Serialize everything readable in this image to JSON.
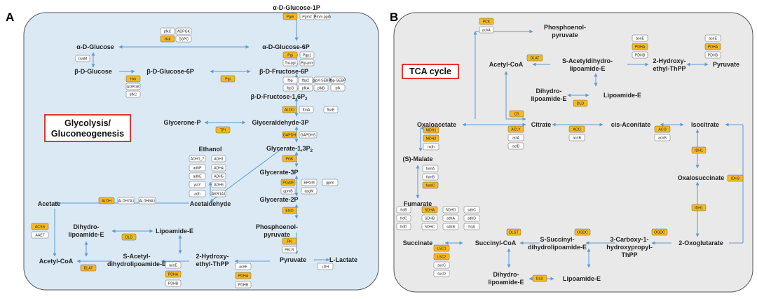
{
  "panels": {
    "a": {
      "letter": "A",
      "title_line1": "Glycolysis/",
      "title_line2": "Gluconeogenesis",
      "metabolites": {
        "glucose_1p": "α-D-Glucose-1P",
        "a_glucose": "α-D-Glucose",
        "glucose_6p_a": "α-D-Glucose-6P",
        "b_glucose": "β-D-Glucose",
        "b_glucose_6p": "β-D-Glucose-6P",
        "fructose_6p": "β-D-Fructose-6P",
        "fructose_16p2": "β-D-Fructose-1,6P",
        "glycerone_p": "Glycerone-P",
        "glyceraldehyde_3p": "Glyceraldehyde-3P",
        "ethanol": "Ethanol",
        "glycerate_13p2": "Glycerate-1,3P",
        "glycerate_3p": "Glycerate-3P",
        "acetate": "Acetate",
        "acetaldehyde": "Acetaldehyde",
        "glycerate_2p": "Glycerate-2P",
        "dihydro_1": "Dihydro-",
        "dihydro_2": "lipoamide-E",
        "lipoamide_e": "Lipoamide-E",
        "pep_1": "Phosphoenol-",
        "pep_2": "pyruvate",
        "s_acetyl_1": "S-Acetyl-",
        "s_acetyl_2": "dihydrolipoamide-E",
        "hydroxy_1": "2-Hydroxy-",
        "hydroxy_2": "ethyl-ThPP",
        "acetyl_coa": "Acetyl-CoA",
        "pyruvate": "Pyruvate",
        "l_lactate": "L-Lactate",
        "sub_2": "2"
      },
      "enzymes": {
        "pfkC": "pfkC",
        "ADPGK": "ADPGK",
        "Hxk_top": "Hxk",
        "G6PC": "G6PC",
        "GalM": "GalM",
        "Pgm": "Pgm",
        "Pgm2": "Pgm2",
        "Pmm_pgm": "Pmm-pgm",
        "Pgi_top": "Pgi",
        "Pgp1": "Pgp1",
        "Tal_pgi": "Tal-pgi",
        "Pgi_pmi": "Pgi-pmi",
        "Hxk_mid": "Hxk",
        "ADPGK_mid": "ADPGK",
        "pfkC_mid": "pfkC",
        "Pgi_mid": "Pgi",
        "fbp": "fbp",
        "fbp2": "fbp2",
        "glpX_SEBP": "glpX-SEBP",
        "fbp_SEBP": "fbp-SEBP",
        "fbp3": "fbp3",
        "pfkA": "pfkA",
        "pfkB": "pfkB",
        "pfk": "pfk",
        "ALDO": "ALDO",
        "fbaA": "fbaA",
        "fbaB": "fbaB",
        "TPI": "TPI",
        "GAPDH": "GAPDH",
        "GAPDHS": "GAPDHS",
        "PGK": "PGK",
        "ADH1_7": "ADH1_7",
        "ADH1": "ADH1",
        "adhP": "adhP",
        "ADH4": "ADH4",
        "adhE": "adhE",
        "ADH5": "ADH5",
        "yiaY": "yiaY",
        "ADH6": "ADH6",
        "adh": "adh",
        "AKR1A1": "AKR1A1",
        "PGAM": "PGAM",
        "BPGM": "BPGM",
        "gpml": "gpmI",
        "gpmB": "gpmB",
        "apgM": "apgM",
        "ALDH": "ALDH",
        "ALDH7A1": "ALDH7A1",
        "ALDH9A1": "ALDH9A1",
        "ENO": "ENO",
        "ACSS": "ACSS",
        "AAE7": "AAE7",
        "DLD": "DLD",
        "PK": "PK",
        "PKLR": "PKLR",
        "LDH": "LDH",
        "DLAT": "DLAT",
        "aceE_1": "aceE",
        "PDHA_1": "PDHA",
        "PDHB_1": "PDHB",
        "aceE_2": "aceE",
        "PDHA_2": "PDHA",
        "PDHB_2": "PDHB"
      }
    },
    "b": {
      "letter": "B",
      "title": "TCA cycle",
      "metabolites": {
        "pep_1": "Phosphoenol-",
        "pep_2": "pyruvate",
        "acetyl_coa": "Acetyl-CoA",
        "s_acetyl_1": "S-Acetyldihydro-",
        "s_acetyl_2": "lipoamide-E",
        "hydroxy_1": "2-Hydroxy-",
        "hydroxy_2": "ethyl-ThPP",
        "pyruvate": "Pyruvate",
        "dihydro_1": "Dihydro-",
        "dihydro_2": "lipoamide-E",
        "lipoamide_e": "Lipoamide-E",
        "oxaloacetate": "Oxaloacetate",
        "citrate": "Citrate",
        "cis_aconitate": "cis-Aconitate",
        "isocitrate": "Isocitrate",
        "s_malate": "(S)-Malate",
        "oxalosuccinate": "Oxalosuccinate",
        "fumarate": "Fumarate",
        "succinate": "Succinate",
        "succinyl_coa": "Succinyl-CoA",
        "s_succinyl_1": "S-Succinyl-",
        "s_succinyl_2": "dihydrolipoamide-E",
        "carboxy_1": "3-Carboxy-1-",
        "carboxy_2": "hydroxypropyl-",
        "carboxy_3": "ThPP",
        "oxoglutarate": "2-Oxoglutarate",
        "dihydro_b_1": "Dihydro-",
        "dihydro_b_2": "lipoamide-E",
        "lipoamide_b": "Lipoamide-E"
      },
      "enzymes": {
        "PCK": "PCK",
        "pckA": "pckA",
        "DLAT": "DLAT",
        "aceE": "aceE",
        "PDHA": "PDHA",
        "PDHB": "PDHB",
        "aceE_r": "aceE",
        "PDHA_r": "PDHA",
        "PDHB_r": "PDHB",
        "DLD_top": "DLD",
        "CS": "CS",
        "ACLY": "ACLY",
        "aclA": "aclA",
        "aclB": "aclB",
        "ACO_1": "ACO",
        "acnB_1": "acnB",
        "ACO_2": "ACO",
        "acnB_2": "acnB",
        "MDH1": "MDH1",
        "MDH2": "MDH2",
        "mdh": "mdh",
        "IDH1_top": "IDH1",
        "fumA": "fumA",
        "fumB": "fumB",
        "fumC": "fumC",
        "IDH3": "IDH3",
        "IDH1_bot": "IDH1",
        "frdB": "frdB",
        "SDHA": "SDHA",
        "SDHD": "SDHD",
        "sdhC": "sdhC",
        "frdC": "frdC",
        "SDHB": "SDHB",
        "sdhA": "sdhA",
        "sdhD": "sdhD",
        "frdD": "frdD",
        "SDHC": "SDHC",
        "sdhB": "sdhB",
        "frdA": "frdA",
        "DLST": "DLST",
        "OGDC_1": "OGDC",
        "OGDC_2": "OGDC",
        "LSC1": "LSC1",
        "LSC2": "LSC2",
        "sucC": "sucC",
        "sucD": "sucD",
        "DLD_bot": "DLD"
      }
    }
  },
  "colors": {
    "panel_a_fill": "#dbe9f5",
    "panel_b_fill": "#e9e9e9",
    "panel_stroke": "#555555",
    "arrow": "#5b9bd5",
    "highlight_enzyme": "#f5b921",
    "plain_enzyme": "#ffffff",
    "title_box": "#e3201b"
  }
}
